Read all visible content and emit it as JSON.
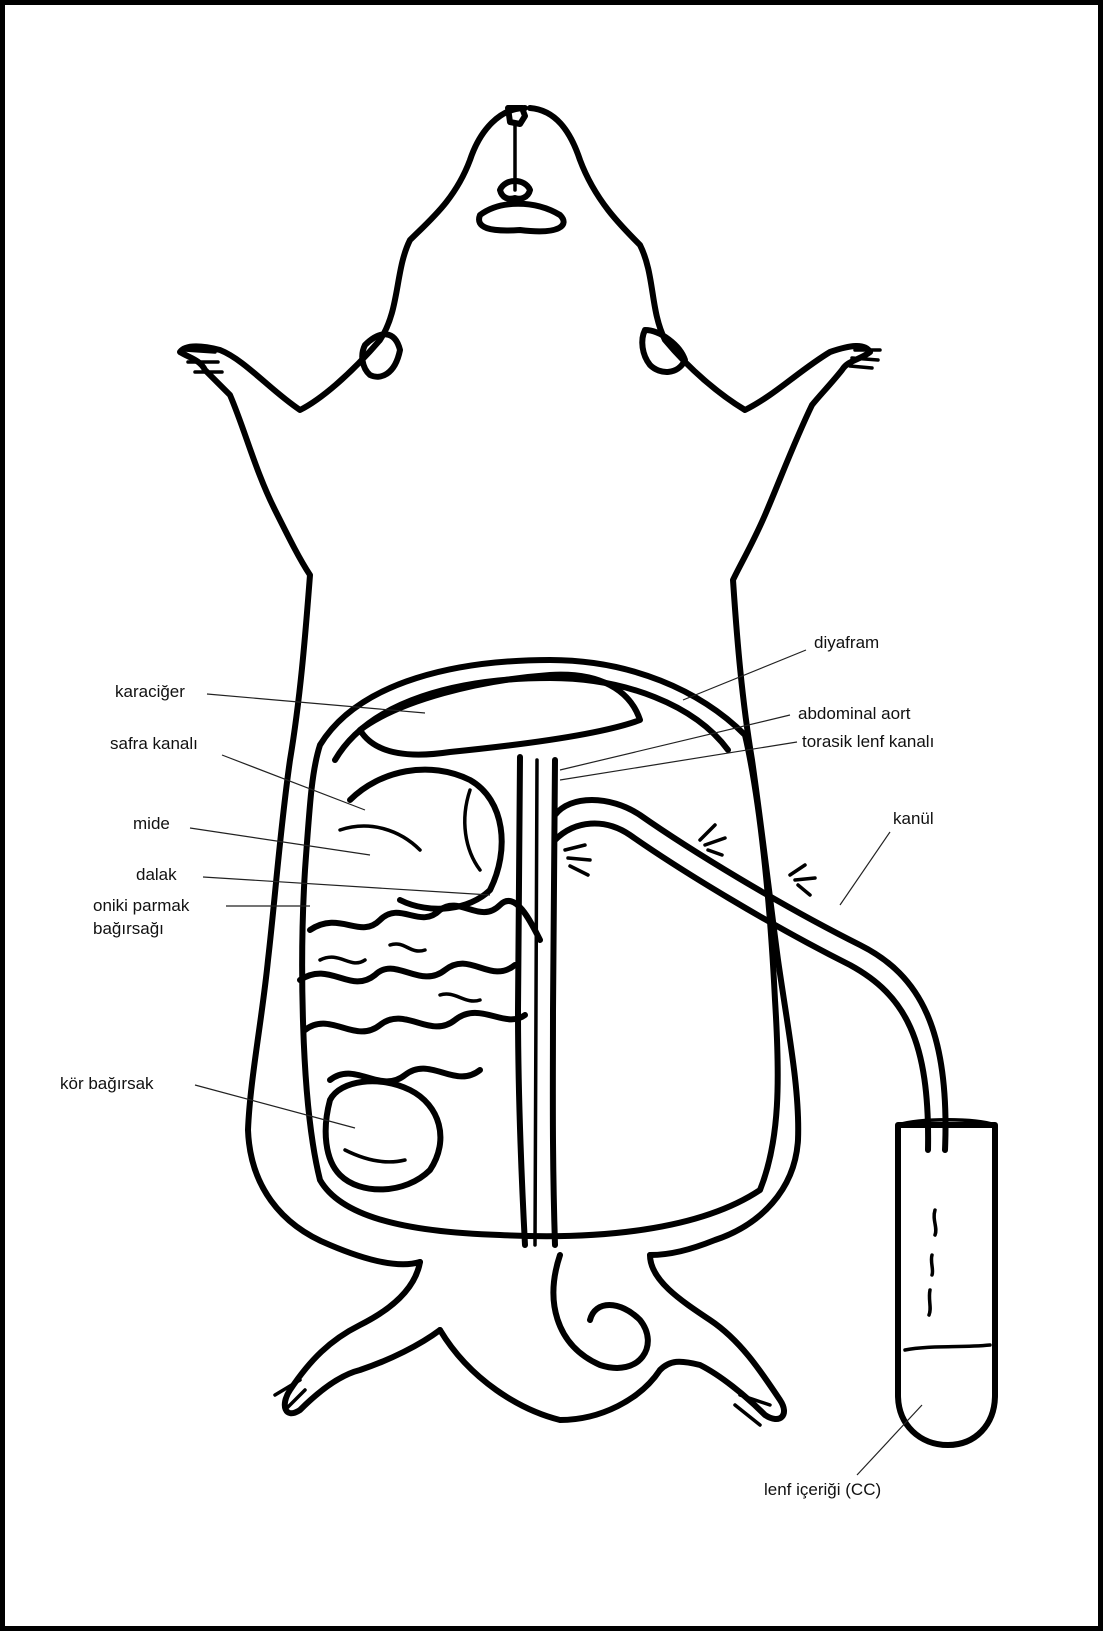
{
  "labels": {
    "diyafram": "diyafram",
    "karaciger": "karaciğer",
    "abdominal_aort": "abdominal aort",
    "torasik": "torasik lenf kanalı",
    "safra": "safra kanalı",
    "mide": "mide",
    "kanul": "kanül",
    "dalak": "dalak",
    "oniki_1": "oniki parmak",
    "oniki_2": "bağırsağı",
    "kor": "kör bağırsak",
    "lenf": "lenf içeriği (CC)"
  }
}
